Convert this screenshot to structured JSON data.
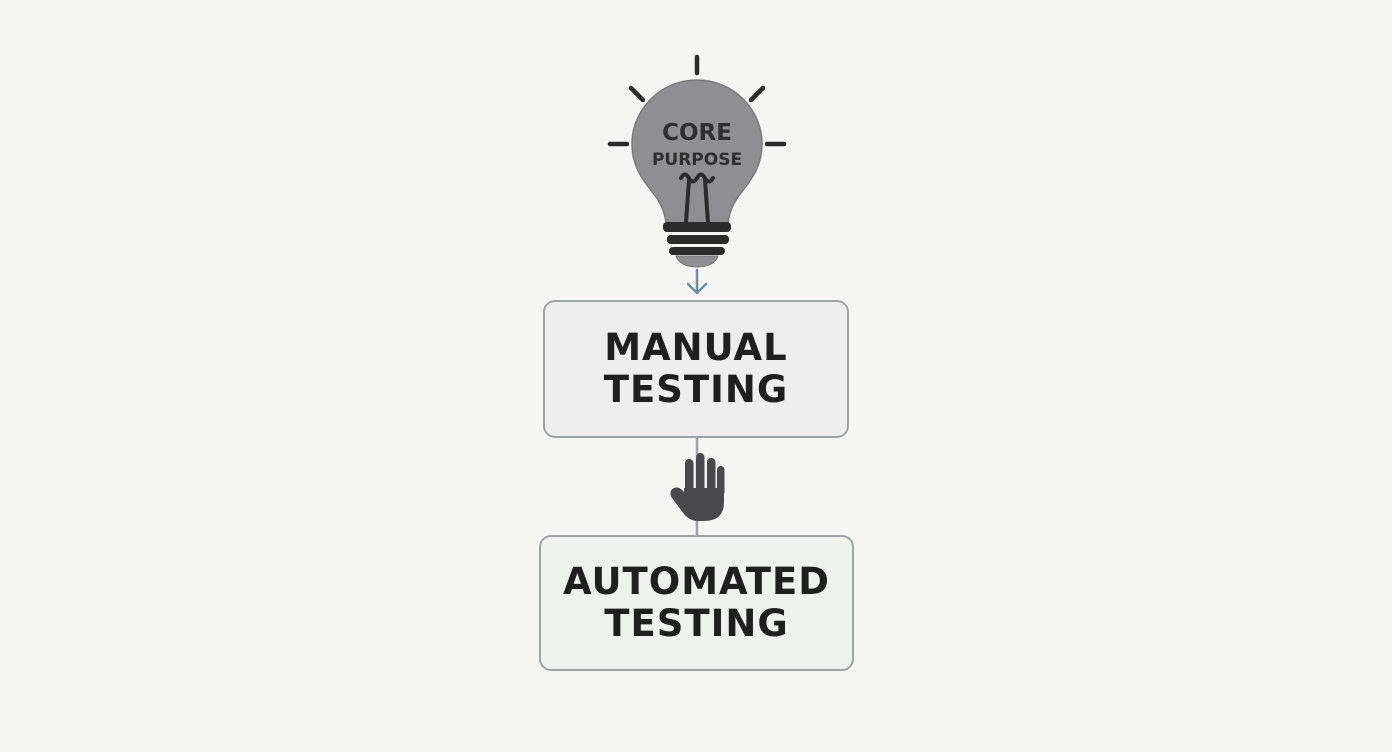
{
  "diagram": {
    "bulb": {
      "line1": "CORE",
      "line2": "PURPOSE",
      "icon": "lightbulb-icon"
    },
    "manual_box": {
      "line1": "MANUAL",
      "line2": "TESTING"
    },
    "connector_icon": "hand-icon",
    "automated_box": {
      "line1": "AUTOMATED",
      "line2": "TESTING"
    },
    "colors": {
      "background": "#f5f5f4",
      "bulb_fill": "#8f8f91",
      "ray_color": "#2b2b2b",
      "arrow_color": "#6d8fa6",
      "box_border": "#9ea3a5",
      "hand_color": "#4a4a4c",
      "text_color": "#1f1f1f"
    }
  }
}
